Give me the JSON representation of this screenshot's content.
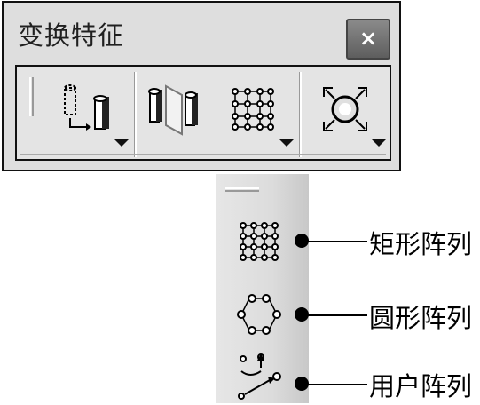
{
  "window": {
    "title": "变换特征",
    "close_label": "×"
  },
  "toolbar": {
    "buttons": [
      {
        "name": "translate-tool",
        "icon": "translate-icon",
        "has_dropdown": true
      },
      {
        "name": "symmetry-tool",
        "icon": "mirror-icon",
        "has_dropdown": false
      },
      {
        "name": "pattern-tool",
        "icon": "rect-pattern-icon",
        "has_dropdown": true
      },
      {
        "name": "scale-tool",
        "icon": "scale-icon",
        "has_dropdown": true
      }
    ]
  },
  "pattern_menu": {
    "items": [
      {
        "label": "矩形阵列",
        "icon": "rect-pattern-icon"
      },
      {
        "label": "圆形阵列",
        "icon": "circular-pattern-icon"
      },
      {
        "label": "用户阵列",
        "icon": "user-pattern-icon"
      }
    ]
  }
}
